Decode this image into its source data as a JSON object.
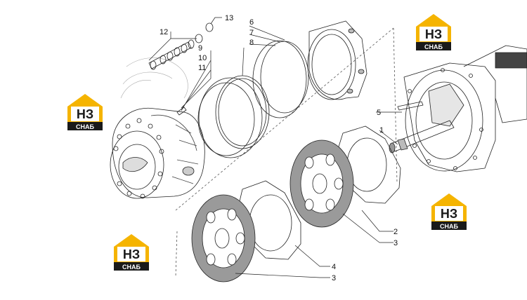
{
  "callouts": {
    "c1": "1",
    "c2": "2",
    "c3a": "3",
    "c3b": "3",
    "c4": "4",
    "c5": "5",
    "c6": "6",
    "c7": "7",
    "c8": "8",
    "c9": "9",
    "c10": "10",
    "c11": "11",
    "c12": "12",
    "c13": "13"
  },
  "logo": {
    "mark": "НЗ",
    "caption": "СНАБ"
  },
  "colors": {
    "logo_yellow": "#f5b400",
    "logo_dark": "#1a1a1a",
    "line": "#222222"
  }
}
